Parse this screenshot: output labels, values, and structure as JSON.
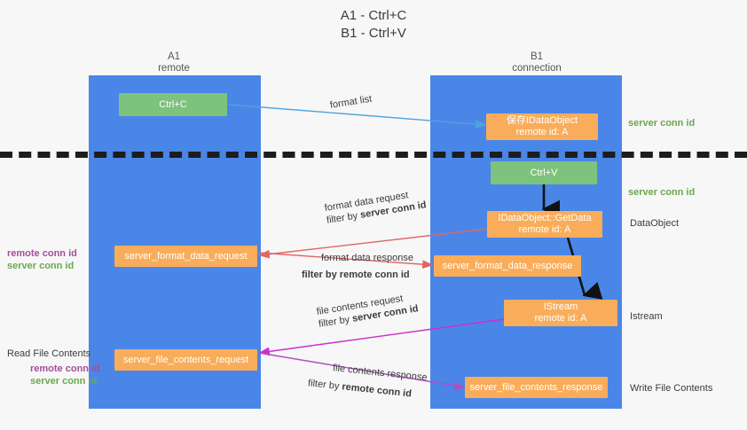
{
  "title": {
    "line1": "A1 - Ctrl+C",
    "line2": "B1 - Ctrl+V"
  },
  "columns": [
    {
      "name": "A1",
      "role": "remote"
    },
    {
      "name": "B1",
      "role": "connection"
    }
  ],
  "nodes": {
    "ctrl_c": "Ctrl+C",
    "ctrl_v": "Ctrl+V",
    "save_idataobject_l1": "保存IDataObject",
    "save_idataobject_l2": "remote id: A",
    "getdata_l1": "IDataObject::GetData",
    "getdata_l2": "remote id: A",
    "istream_l1": "IStream",
    "istream_l2": "remote id: A",
    "server_format_data_request": "server_format_data_request",
    "server_format_data_response": "server_format_data_response",
    "server_file_contents_request": "server_file_contents_request",
    "server_file_contents_response": "server_file_contents_response"
  },
  "edge_labels": {
    "format_list": "format list",
    "format_data_request": "format data request",
    "format_data_request_filter_prefix": "filter by",
    "format_data_request_filter_value": "server conn id",
    "format_data_response": "format data response",
    "format_data_response_filter_prefix": "filter by",
    "format_data_response_filter_value": "remote conn id",
    "file_contents_request": "file contents request",
    "file_contents_request_filter_prefix": "filter by",
    "file_contents_request_filter_value": "server conn id",
    "file_contents_response": "file contents response",
    "file_contents_response_filter_prefix": "filter by",
    "file_contents_response_filter_value": "remote conn id"
  },
  "side_labels": {
    "right_server_conn_id_top": "server conn id",
    "right_server_conn_id_mid": "server conn id",
    "right_dataobject": "DataObject",
    "right_istream": "Istream",
    "right_write_file_contents": "Write File Contents",
    "left_remote_conn_id_a": "remote conn id",
    "left_server_conn_id_a": "server conn id",
    "left_read_file_contents": "Read File Contents",
    "left_remote_conn_id_b": "remote conn id",
    "left_server_conn_id_b": "server conn id"
  },
  "colors": {
    "lane": "#4a86e8",
    "green_node": "#7dc27d",
    "orange_node": "#f9ad5a",
    "server_conn_id": "#6aa84f",
    "remote_conn_id": "#a64d9a",
    "format_list_arrow": "#4fa3dd",
    "format_data_arrow": "#e06666",
    "file_contents_arrow": "#cc2fcc",
    "black_arrow": "#000000",
    "background": "#f7f7f7"
  }
}
